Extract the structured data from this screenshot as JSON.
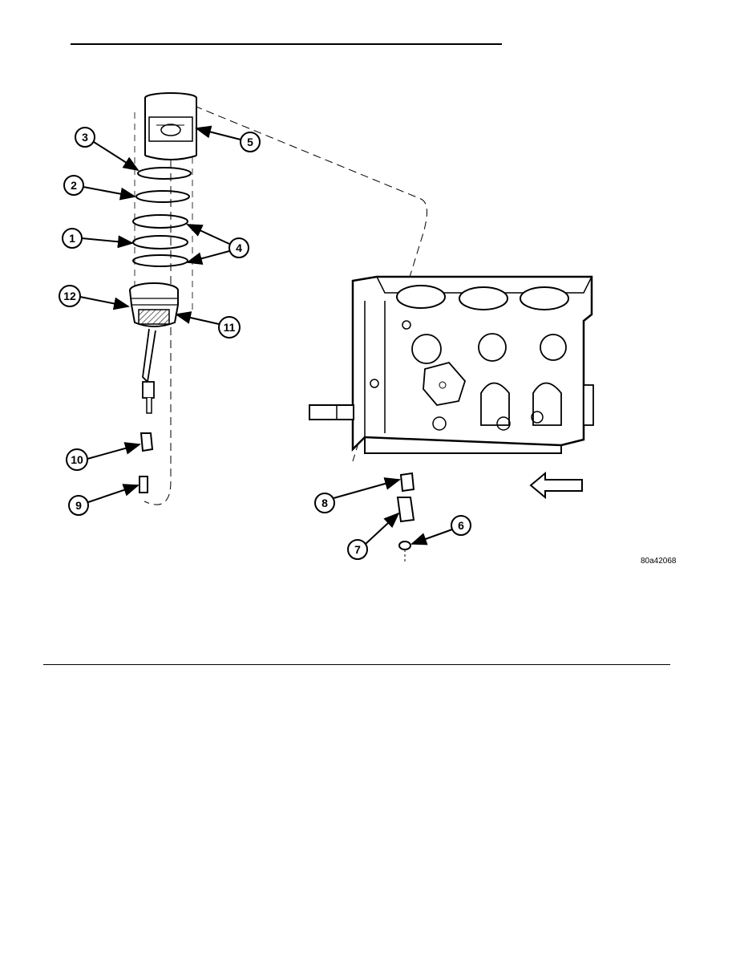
{
  "figure": {
    "id": "80a42068",
    "callouts": [
      "1",
      "2",
      "3",
      "4",
      "5",
      "6",
      "7",
      "8",
      "9",
      "10",
      "11",
      "12"
    ]
  },
  "colors": {
    "line": "#000000",
    "fill": "#ffffff",
    "hatch": "#000000"
  }
}
